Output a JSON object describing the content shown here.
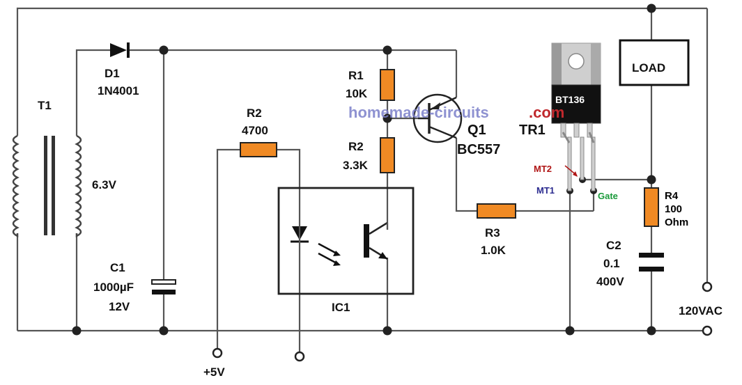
{
  "colors": {
    "wire": "#555555",
    "resistor": "#f08a24",
    "triac_tab": "#c9c9c9",
    "triac_body": "#111111",
    "mt2_label": "#b01616",
    "mt1_label": "#2b2b8f",
    "gate_label": "#1a9a3a",
    "watermark": "#7b7fc9"
  },
  "components": {
    "t1": {
      "ref": "T1",
      "value": "6.3V"
    },
    "d1": {
      "ref": "D1",
      "value": "1N4001"
    },
    "c1": {
      "ref": "C1",
      "value": "1000µF",
      "voltage": "12V"
    },
    "r2_input": {
      "ref": "R2",
      "value": "4700"
    },
    "r1": {
      "ref": "R1",
      "value": "10K"
    },
    "r2": {
      "ref": "R2",
      "value": "3.3K"
    },
    "q1": {
      "ref": "Q1",
      "value": "BC557"
    },
    "ic1": {
      "ref": "IC1"
    },
    "r3": {
      "ref": "R3",
      "value": "1.0K"
    },
    "tr1": {
      "ref": "TR1",
      "value": "BT136",
      "pins": {
        "mt2": "MT2",
        "mt1": "MT1",
        "gate": "Gate"
      }
    },
    "load": {
      "label": "LOAD"
    },
    "r4": {
      "ref": "R4",
      "value": "100",
      "unit": "Ohm"
    },
    "c2": {
      "ref": "C2",
      "value": "0.1",
      "voltage": "400V"
    }
  },
  "terminals": {
    "supply": "+5V",
    "mains": "120VAC"
  },
  "watermark": {
    "main": "homemade-circuits",
    "suffix": ".com"
  }
}
